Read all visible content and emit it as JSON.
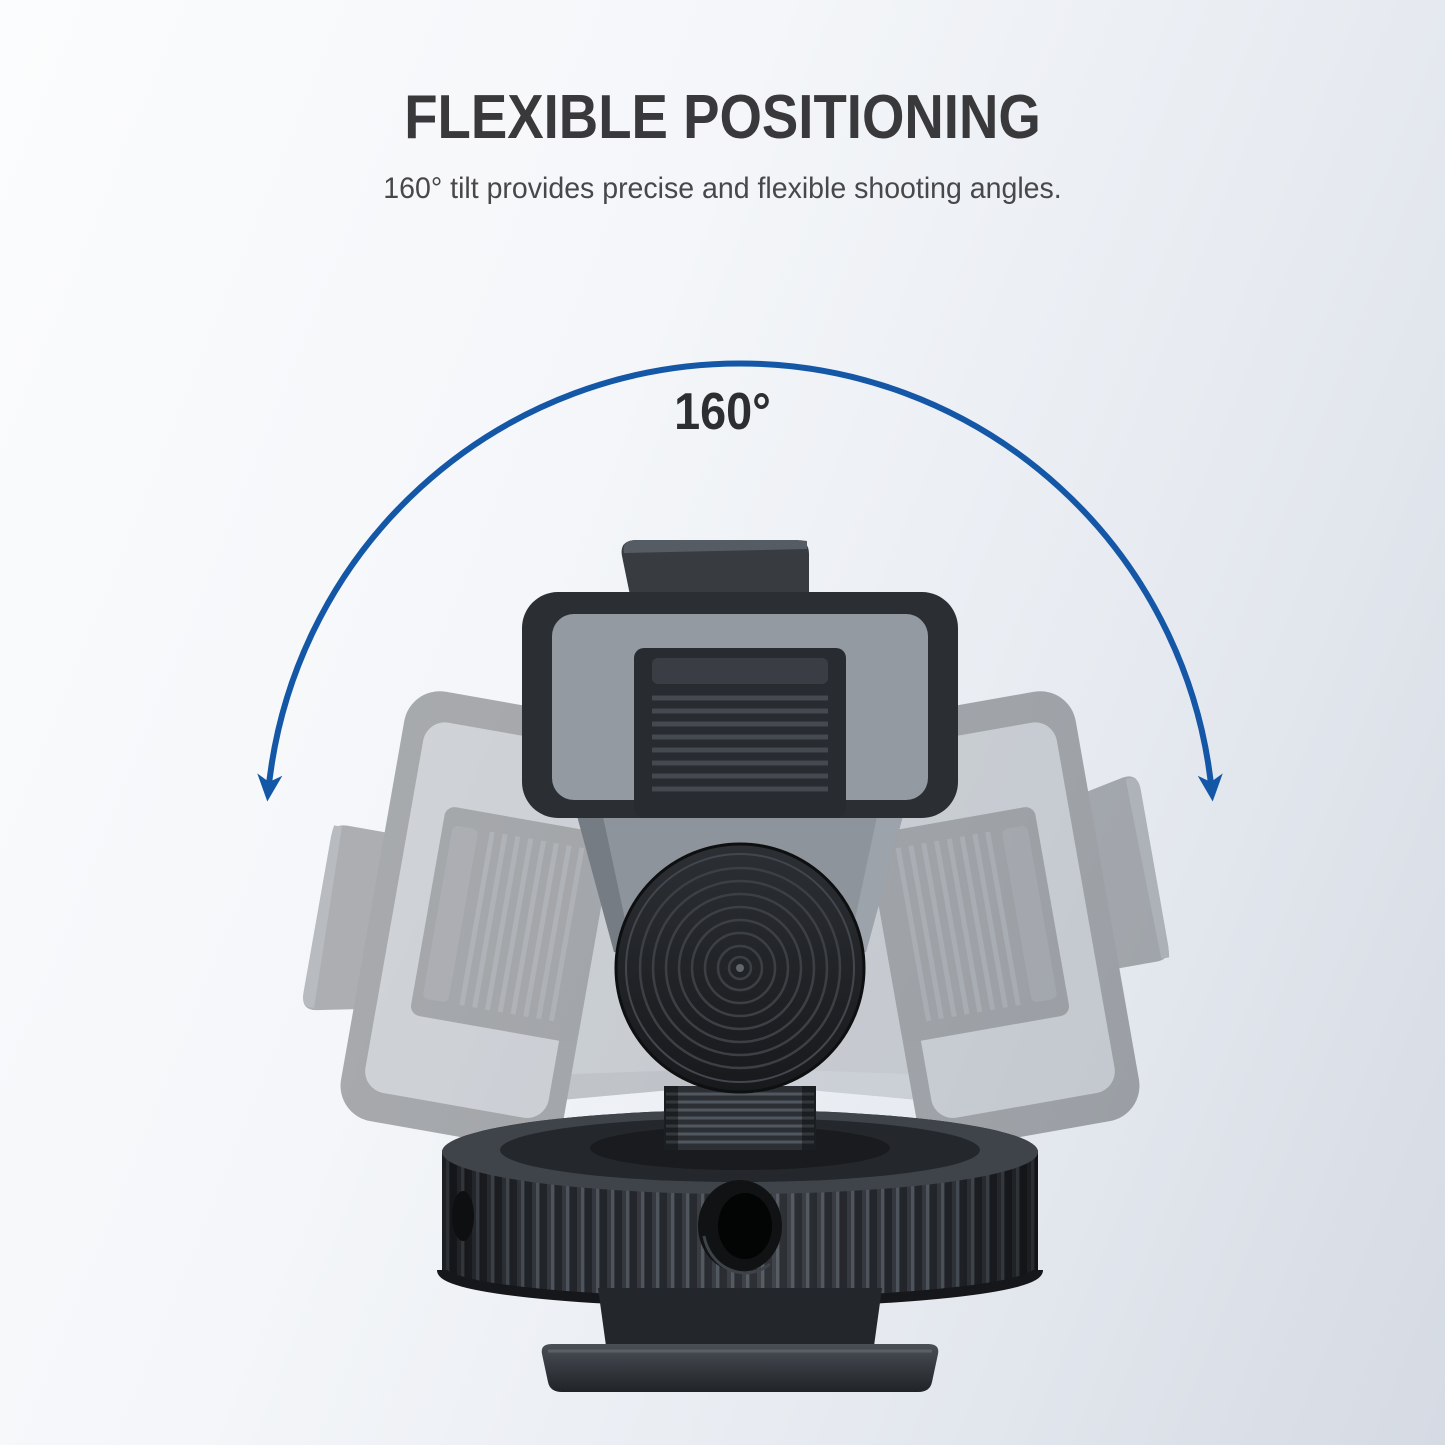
{
  "header": {
    "title": "FLEXIBLE POSITIONING",
    "subtitle": "160° tilt provides precise and flexible shooting angles."
  },
  "annotation": {
    "angle_label": "160°",
    "tilt_degrees": 160
  },
  "colors": {
    "arrow_blue": "#1457a7",
    "title_text": "#39393b",
    "subtitle_text": "#48484a",
    "background_light": "#fbfcfd",
    "background_dark": "#d5dae3",
    "metal_dark": "#2b2e32",
    "metal_gray": "#949aa1"
  },
  "illustration": {
    "subject": "cold-shoe tilt mount",
    "positions": [
      "tilted-left",
      "upright",
      "tilted-right"
    ]
  }
}
